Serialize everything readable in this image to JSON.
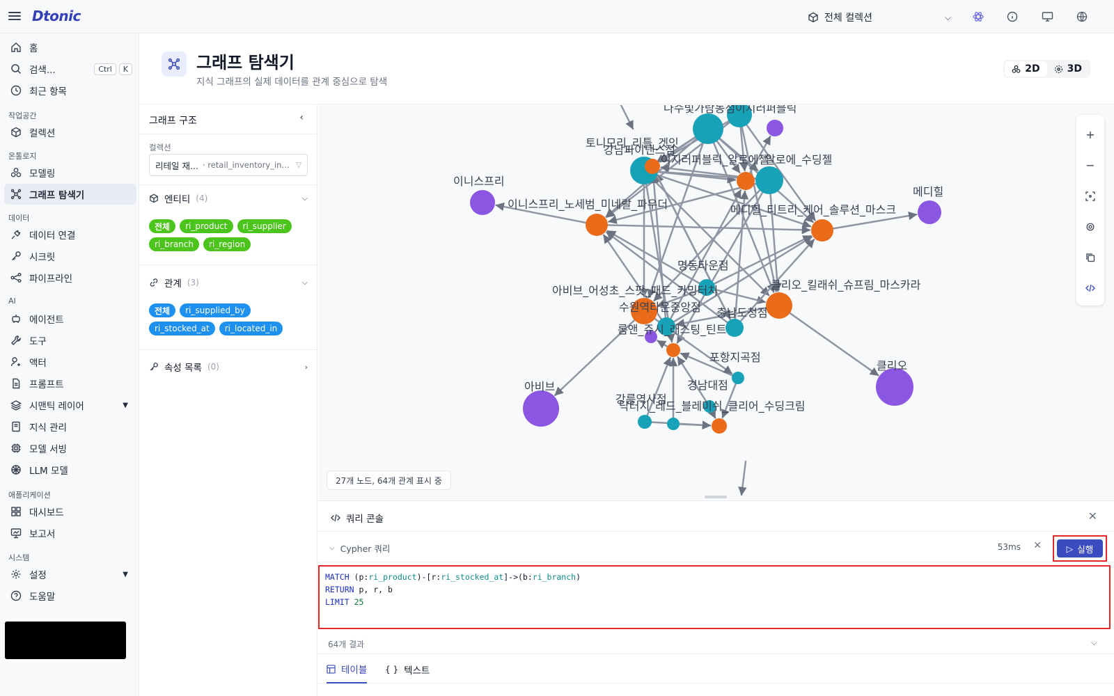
{
  "app": {
    "logo": "Dtonic"
  },
  "topbar": {
    "collection_selector": "전체 컬렉션"
  },
  "sidebar": {
    "home": "홈",
    "search": "검색...",
    "search_shortcut": [
      "Ctrl",
      "K"
    ],
    "recent": "최근 항목",
    "sections": {
      "workspace": "작업공간",
      "ontology": "온톨로지",
      "data": "데이터",
      "ai": "AI",
      "applications": "애플리케이션",
      "system": "시스템"
    },
    "items": {
      "collection": "컬렉션",
      "modeling": "모델링",
      "graph_explorer": "그래프 탐색기",
      "data_connection": "데이터 연결",
      "secret": "시크릿",
      "pipeline": "파이프라인",
      "agent": "에이전트",
      "tool": "도구",
      "actor": "액터",
      "prompt": "프롬프트",
      "semantic_layer": "시맨틱 레이어",
      "knowledge": "지식 관리",
      "model_serving": "모델 서빙",
      "llm_model": "LLM 모델",
      "dashboard": "대시보드",
      "report": "보고서",
      "settings": "설정",
      "help": "도움말"
    }
  },
  "header": {
    "title": "그래프 탐색기",
    "subtitle": "지식 그래프의 실제 데이터를 관계 중심으로 탐색",
    "view_2d": "2D",
    "view_3d": "3D"
  },
  "structure": {
    "title": "그래프 구조",
    "collection_label": "컬렉션",
    "collection_value": "리테일 재...",
    "collection_sub": "· retail_inventory_in...",
    "entities_label": "엔티티",
    "entities_count": "(4)",
    "entity_chips": [
      "전체",
      "ri_product",
      "ri_supplier",
      "ri_branch",
      "ri_region"
    ],
    "relations_label": "관계",
    "relations_count": "(3)",
    "relation_chips": [
      "전체",
      "ri_supplied_by",
      "ri_stocked_at",
      "ri_located_in"
    ],
    "properties_label": "속성 목록",
    "properties_count": "(0)"
  },
  "graph": {
    "status": "27개 노드, 64개 관계 표시 중",
    "colors": {
      "product": "#ea6c1a",
      "branch": "#17a2b8",
      "supplier": "#8a56e2",
      "edge": "#8f96a3"
    },
    "labels": [
      {
        "text": "나수빛가람동점이지러퍼블릭"
      },
      {
        "text": "토니모리_리틀_겟잇"
      },
      {
        "text": "강남파이낸스점"
      },
      {
        "text": "이지러퍼블릭_알로에젤"
      },
      {
        "text": "알로에_수딩젤"
      },
      {
        "text": "이니스프리"
      },
      {
        "text": "이니스프리_노세범_미네랄_파우더"
      },
      {
        "text": "메디힐"
      },
      {
        "text": "메디힐_티트리_케어_솔루션_마스크"
      },
      {
        "text": "명동타운점"
      },
      {
        "text": "아비브_어성초_스팟_패드_카밍터치"
      },
      {
        "text": "클리오_킬래쉬_슈프림_마스카라"
      },
      {
        "text": "수원역타운중앙점"
      },
      {
        "text": "충남도청점"
      },
      {
        "text": "롬앤_쥬시_래스팅_틴트"
      },
      {
        "text": "포항지곡점"
      },
      {
        "text": "클리오"
      },
      {
        "text": "아비브"
      },
      {
        "text": "경남대점"
      },
      {
        "text": "강릉역사점"
      },
      {
        "text": "닥터지_레드_블레미쉬_클리어_수딩크림"
      }
    ]
  },
  "console": {
    "title": "쿼리 콘솔",
    "query_label": "Cypher 쿼리",
    "elapsed": "53ms",
    "run_label": "실행",
    "query_lines": [
      "MATCH (p:ri_product)-[r:ri_stocked_at]->(b:ri_branch)",
      "RETURN p, r, b",
      "LIMIT 25"
    ],
    "results_count": "64개 결과",
    "tab_table": "테이블",
    "tab_text": "텍스트"
  }
}
